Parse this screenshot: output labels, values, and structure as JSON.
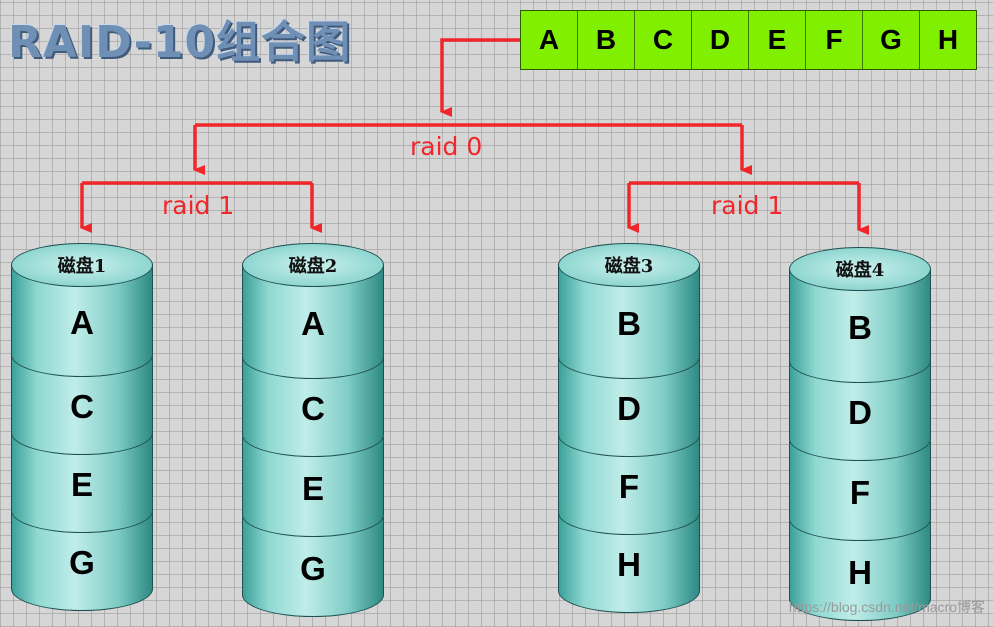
{
  "title": "RAID-10组合图",
  "data_blocks": [
    "A",
    "B",
    "C",
    "D",
    "E",
    "F",
    "G",
    "H"
  ],
  "raid_labels": {
    "top": "raid 0",
    "left": "raid 1",
    "right": "raid 1"
  },
  "disks": [
    {
      "label": "磁盘1",
      "blocks": [
        "A",
        "C",
        "E",
        "G"
      ]
    },
    {
      "label": "磁盘2",
      "blocks": [
        "A",
        "C",
        "E",
        "G"
      ]
    },
    {
      "label": "磁盘3",
      "blocks": [
        "B",
        "D",
        "F",
        "H"
      ]
    },
    {
      "label": "磁盘4",
      "blocks": [
        "B",
        "D",
        "F",
        "H"
      ]
    }
  ],
  "watermark": "https://blog.csdn.net/macro博客",
  "colors": {
    "arrow": "#f0262a",
    "data_block": "#80f000",
    "disk": "#8fd8d1"
  }
}
